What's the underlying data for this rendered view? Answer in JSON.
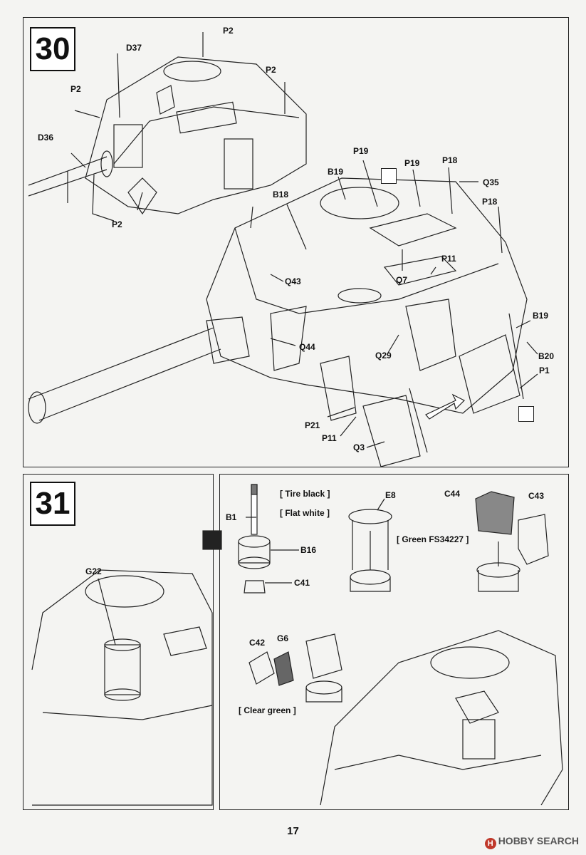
{
  "steps": [
    {
      "number": "30"
    },
    {
      "number": "31"
    }
  ],
  "step30_labels": {
    "p2_a": "P2",
    "d37": "D37",
    "p2_b": "P2",
    "p2_c": "P2",
    "d36": "D36",
    "p2_d": "P2",
    "p19_a": "P19",
    "p19_b": "P19",
    "p18_a": "P18",
    "q35": "Q35",
    "b19_a": "B19",
    "p18_b": "P18",
    "b18": "B18",
    "p11_a": "P11",
    "q7": "Q7",
    "q43": "Q43",
    "b19_b": "B19",
    "q44": "Q44",
    "q29": "Q29",
    "b20": "B20",
    "p1": "P1",
    "p21": "P21",
    "p11_b": "P11",
    "q3": "Q3"
  },
  "step31_labels": {
    "g22": "G22",
    "b1": "B1",
    "b16": "B16",
    "c41": "C41",
    "e8": "E8",
    "c44": "C44",
    "c43": "C43",
    "c42": "C42",
    "g6": "G6"
  },
  "paint_notes": {
    "tire_black": "[ Tire black ]",
    "flat_white": "[ Flat white ]",
    "green_fs": "[ Green FS34227 ]",
    "clear_green": "[ Clear green ]"
  },
  "page_number": "17",
  "watermark": {
    "logo": "H",
    "text": "HOBBY SEARCH"
  }
}
